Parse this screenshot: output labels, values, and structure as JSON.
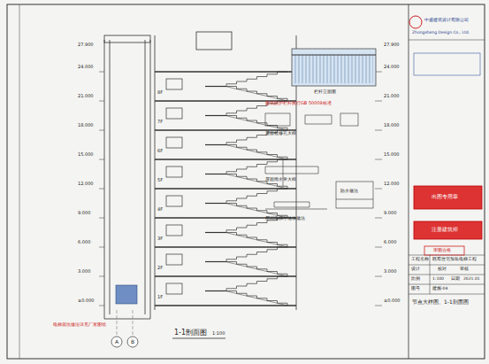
{
  "diagram": {
    "title": "1-1剖面图",
    "labels": [
      "1:100",
      "A",
      "B",
      "±0.000",
      "3.000",
      "6.000",
      "9.000",
      "12.000",
      "15.000",
      "18.000",
      "21.000",
      "24.000",
      "1F",
      "2F",
      "3F",
      "4F",
      "5F",
      "6F",
      "7F",
      "8F",
      "27.900",
      "±0.000",
      "3.000",
      "6.000",
      "9.000",
      "12.000",
      "15.000",
      "18.000",
      "21.000",
      "24.000",
      "27.900",
      "栏杆立面图",
      "建筑防护栏杆执行GB 50009标准",
      "屋面检修孔大样",
      "屋面雨水管大样",
      "防水做法",
      "层间电梯厅墙体做法",
      "电梯底坑做法详见厂家图纸",
      "中盛建筑设计有限公司",
      "Zhongsheng Design Co., Ltd.",
      "出图专用章",
      "注册建筑师",
      "审图合格",
      "工程名称",
      "既有住宅加装电梯工程",
      "设计",
      "校对",
      "审核",
      "比例",
      "1:100",
      "日期",
      "2021.01",
      "图号",
      "建施-04",
      "节点大样图、1-1剖面图"
    ]
  }
}
